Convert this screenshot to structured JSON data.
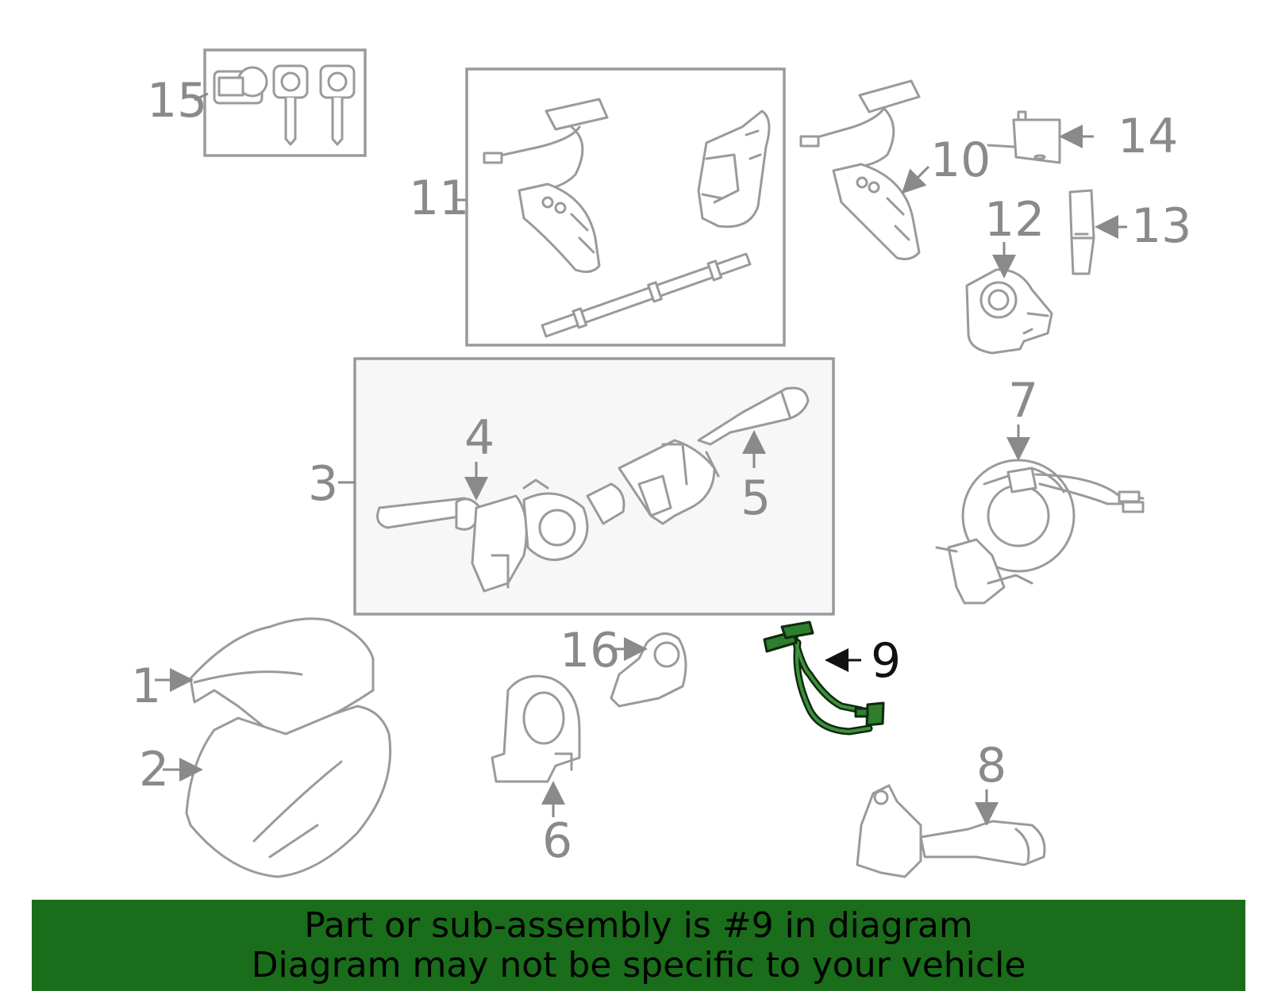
{
  "diagram": {
    "callouts": [
      "1",
      "2",
      "3",
      "4",
      "5",
      "6",
      "7",
      "8",
      "9",
      "10",
      "11",
      "12",
      "13",
      "14",
      "15",
      "16"
    ],
    "highlighted_part": "9",
    "highlight_color": "#2f7d2f",
    "line_color": "#9a9a9a"
  },
  "banner": {
    "line1": "Part or sub-assembly is #9 in diagram",
    "line2": "Diagram may not be specific to your vehicle",
    "background": "#1a6d1a"
  }
}
